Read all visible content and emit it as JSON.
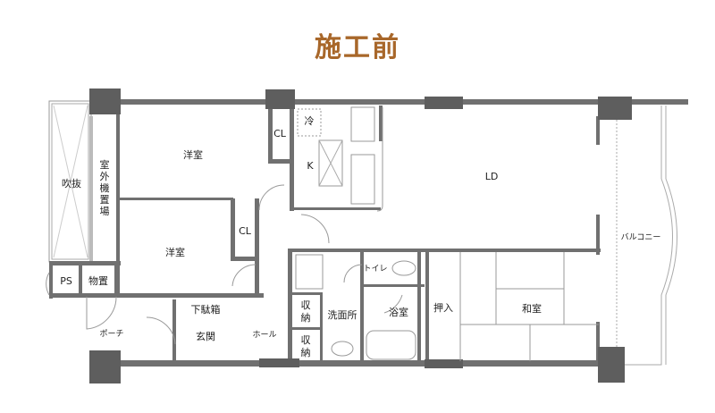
{
  "title": "施工前",
  "colors": {
    "title": "#a8672a",
    "wall": "#707070",
    "column": "#5e5e5e"
  },
  "rooms": {
    "fukinuke": "吹抜",
    "outdoor_unit": [
      "室",
      "外",
      "機",
      "置",
      "場"
    ],
    "western_room_1": "洋室",
    "western_room_2": "洋室",
    "closet_1": "CL",
    "closet_2": "CL",
    "fridge": "冷",
    "kitchen": "K",
    "ld": "LD",
    "balcony": "バルコニー",
    "ps": "PS",
    "storage": "物置",
    "porch": "ポーチ",
    "shoe_box": "下駄箱",
    "entrance": "玄関",
    "hall": "ホール",
    "storage_1": [
      "収",
      "納"
    ],
    "storage_2": [
      "収",
      "納"
    ],
    "washroom": "洗面所",
    "toilet": "トイレ",
    "bathroom": "浴室",
    "oshiire": "押入",
    "washitsu": "和室"
  }
}
